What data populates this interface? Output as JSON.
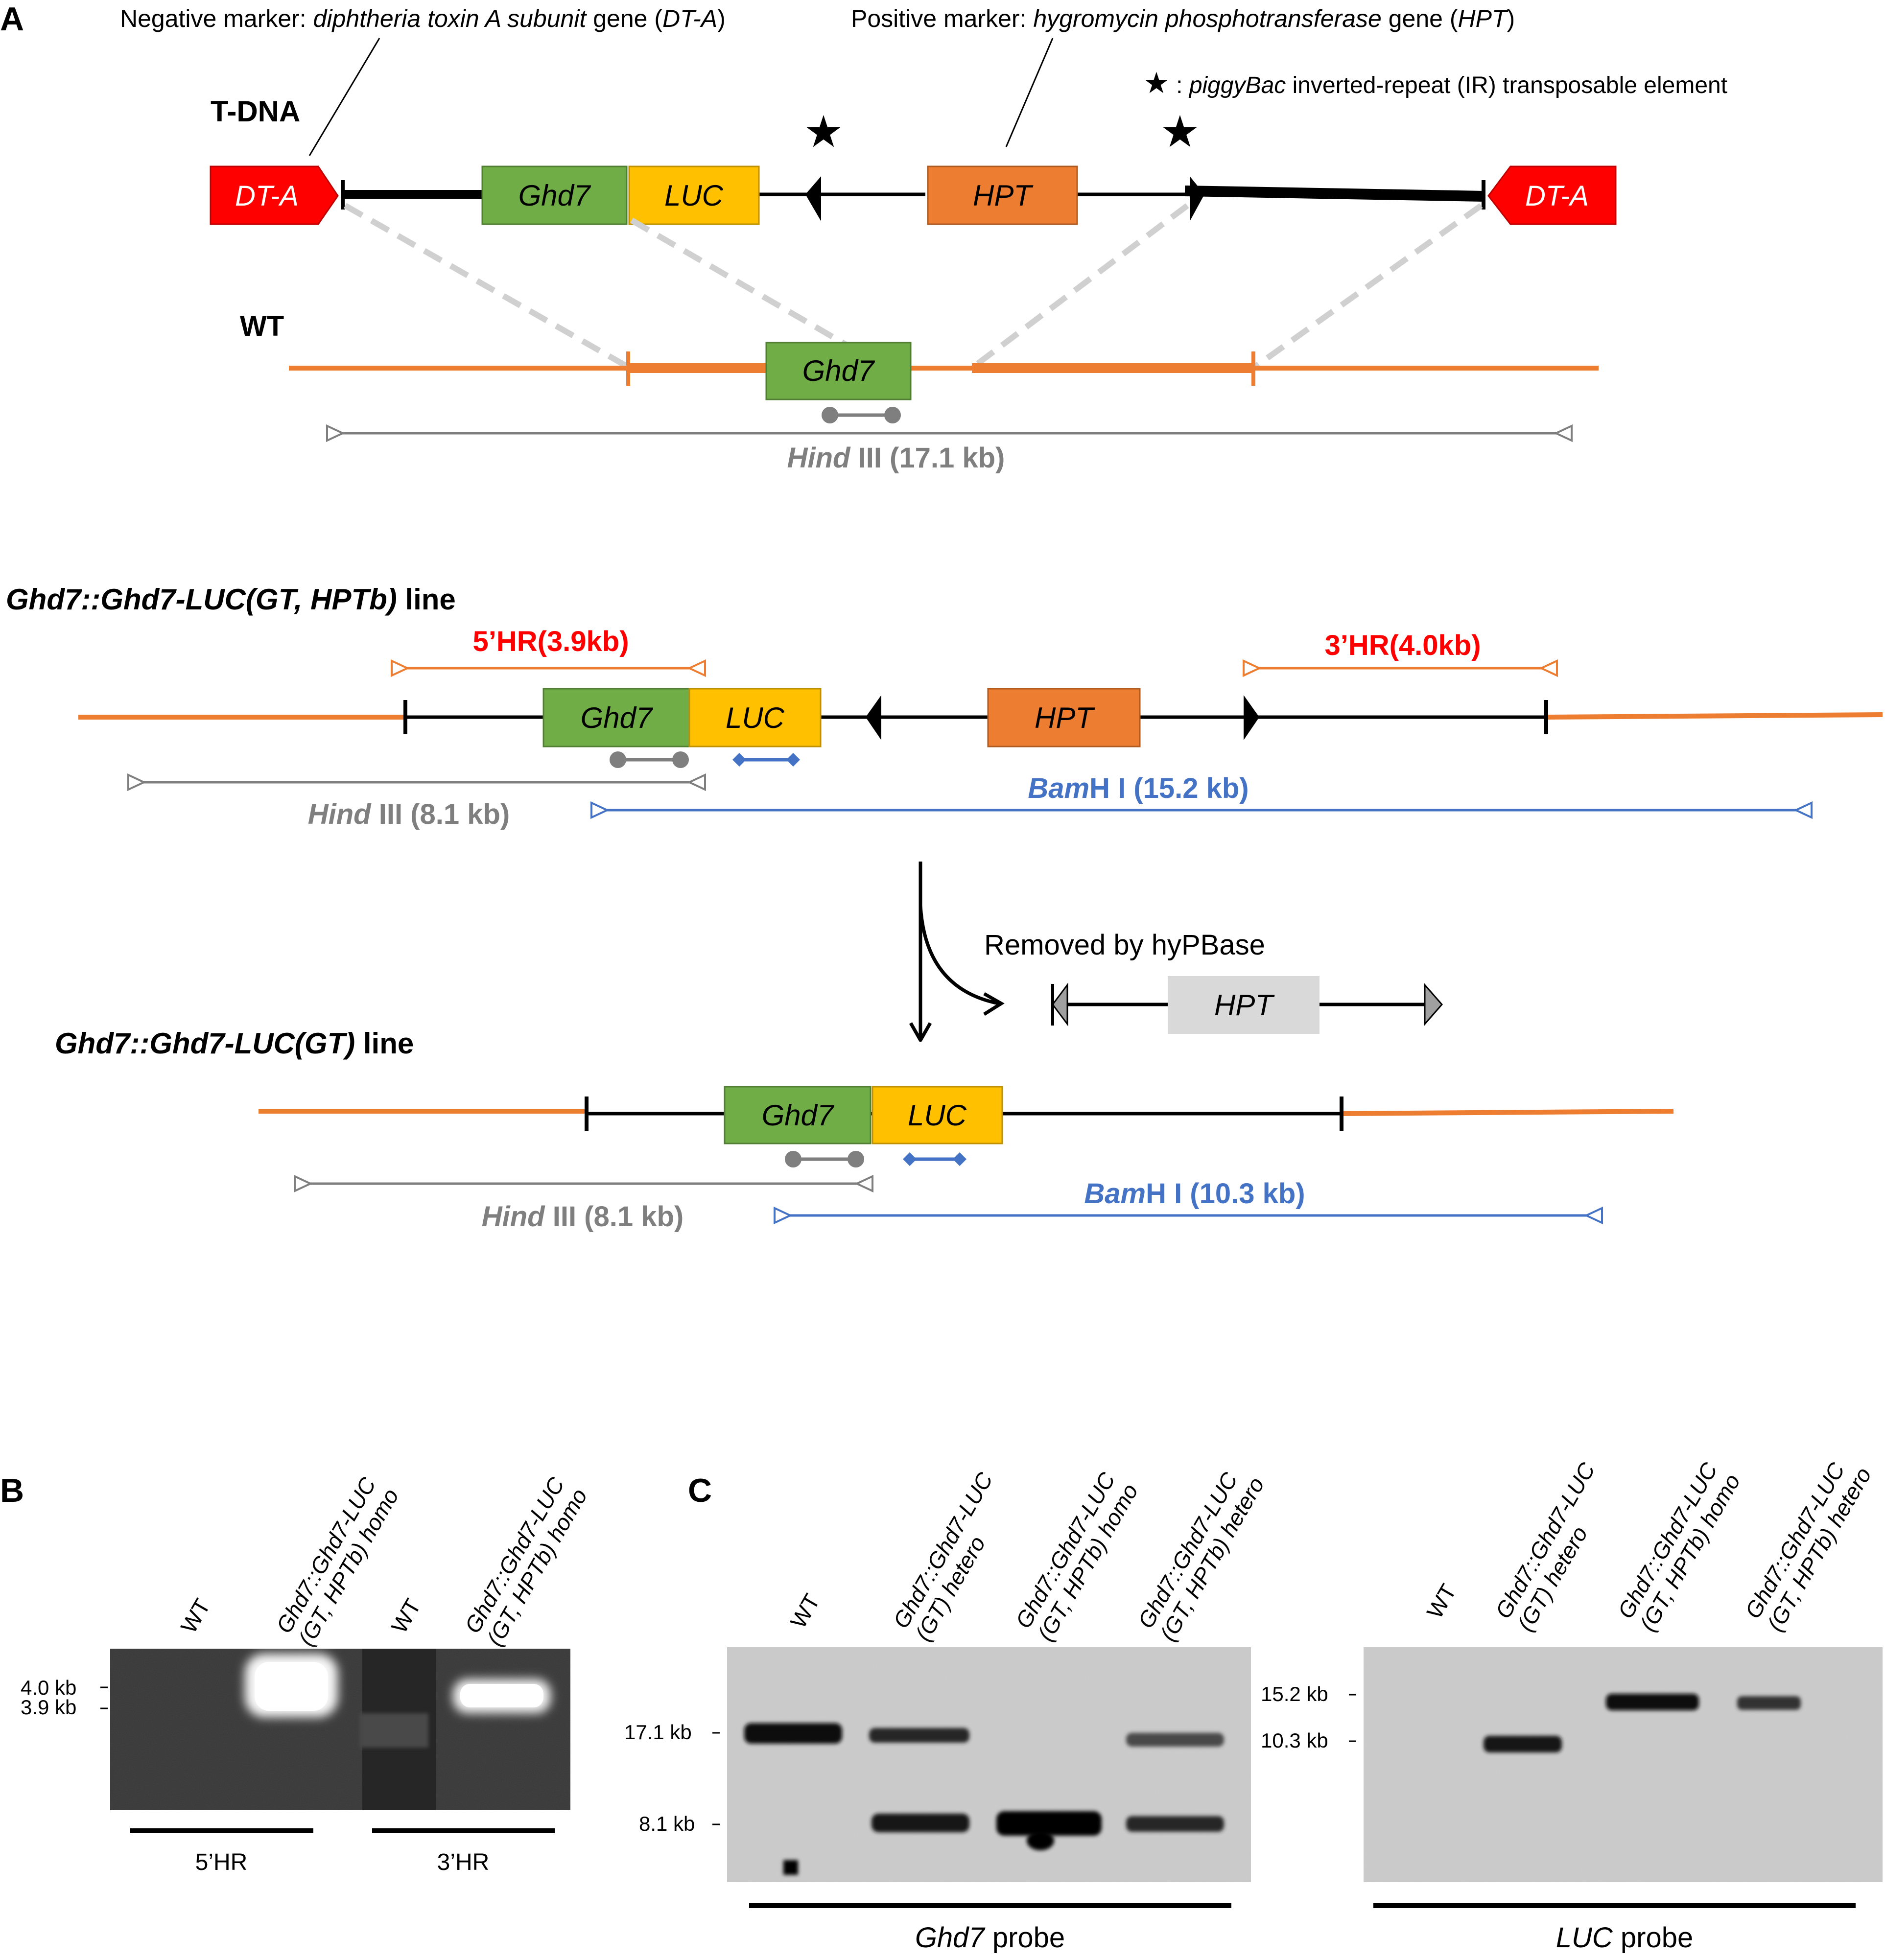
{
  "panelA": {
    "label": "A",
    "neg_marker": {
      "prefix": "Negative marker: ",
      "italic": "diphtheria toxin A subunit",
      "mid": " gene (",
      "abbr": "DT-A",
      "end": ")"
    },
    "pos_marker": {
      "prefix": "Positive marker: ",
      "italic": "hygromycin phosphotransferase",
      "mid": " gene (",
      "abbr": "HPT",
      "end": ")"
    },
    "piggybac": {
      "star": "★",
      "colon": " : ",
      "italic": "piggyBac",
      "rest": " inverted-repeat (IR) transposable element"
    },
    "tdna_label": "T-DNA",
    "wt_label": "WT",
    "genes": {
      "dta": "DT-A",
      "ghd7": "Ghd7",
      "luc": "LUC",
      "hpt": "HPT"
    },
    "star": "★",
    "wt_hind": {
      "italic": "Hind",
      "rest": " III (17.1 kb)"
    },
    "line1_title": {
      "bold_italic": "Ghd7::Ghd7-LUC(GT, HPTb)",
      "rest": " line"
    },
    "hr5": "5’HR(3.9kb)",
    "hr3": "3’HR(4.0kb)",
    "line1_hind": {
      "italic": "Hind",
      "rest": " III (8.1 kb)"
    },
    "line1_bam": {
      "italic": "Bam",
      "rest": "H I (15.2 kb)"
    },
    "removed_label": "Removed by hyPBase",
    "line2_title": {
      "bold_italic": "Ghd7::Ghd7-LUC(GT)",
      "rest": " line"
    },
    "line2_hind": {
      "italic": "Hind",
      "rest": " III (8.1 kb)"
    },
    "line2_bam": {
      "italic": "Bam",
      "rest": "H I (10.3 kb)"
    }
  },
  "panelB": {
    "label": "B",
    "lanes": [
      "WT",
      "Ghd7::Ghd7-LUC|(GT, HPTb) homo",
      "WT",
      "Ghd7::Ghd7-LUC|(GT, HPTb) homo"
    ],
    "size_4": "4.0 kb",
    "size_39": "3.9 kb",
    "group_5": "5’HR",
    "group_3": "3’HR"
  },
  "panelC": {
    "label": "C",
    "ghd7_lanes": [
      "WT",
      "Ghd7::Ghd7-LUC|(GT) hetero",
      "Ghd7::Ghd7-LUC|(GT, HPTb) homo",
      "Ghd7::Ghd7-LUC|(GT, HPTb) hetero"
    ],
    "luc_lanes": [
      "WT",
      "Ghd7::Ghd7-LUC|(GT) hetero",
      "Ghd7::Ghd7-LUC|(GT, HPTb) homo",
      "Ghd7::Ghd7-LUC|(GT, HPTb) hetero"
    ],
    "size_171": "17.1 kb",
    "size_81": "8.1 kb",
    "size_152": "15.2 kb",
    "size_103": "10.3 kb",
    "ghd7_probe": {
      "italic": "Ghd7",
      "rest": " probe"
    },
    "luc_probe": {
      "italic": "LUC",
      "rest": " probe"
    }
  },
  "colors": {
    "dta": "#ff0000",
    "ghd7": "#70ad47",
    "luc": "#ffc000",
    "hpt": "#ed7d31",
    "hpt_removed": "#d9d9d9",
    "wt_line": "#ed7d31",
    "hind": "#7f7f7f",
    "bam": "#4472c4",
    "hr_label": "#ff0000"
  }
}
